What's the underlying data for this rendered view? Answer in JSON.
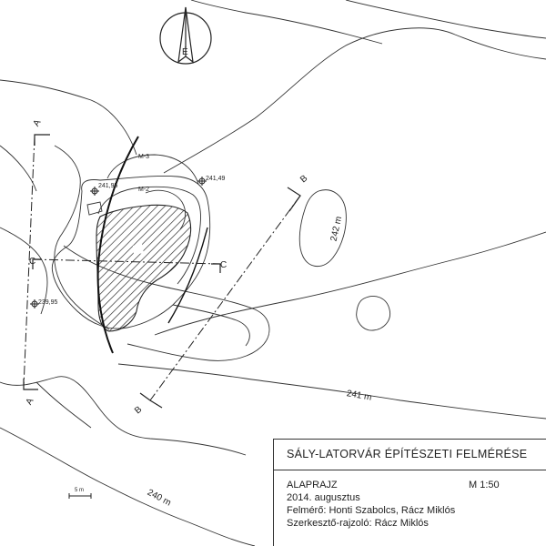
{
  "map": {
    "contour_labels": {
      "c242": "242 m",
      "c241": "241 m",
      "c240": "240 m"
    },
    "point_labels": {
      "p1": "241,95",
      "p2": "241,49",
      "p3": "239,95"
    },
    "wall_labels": {
      "m3": "M-3",
      "m2": "M-2"
    },
    "section_letters": {
      "a": "A",
      "b": "B",
      "c": "C"
    },
    "north_letter": "É",
    "scale_bar_label": "5 m"
  },
  "title_block": {
    "title": "SÁLY-LATORVÁR ÉPÍTÉSZETI FELMÉRÉSE",
    "drawing": "ALAPRAJZ",
    "scale": "M 1:50",
    "date": "2014. augusztus",
    "surveyors": "Felmérő: Honti Szabolcs, Rácz Miklós",
    "editor": "Szerkesztő-rajzoló: Rácz Miklós"
  }
}
